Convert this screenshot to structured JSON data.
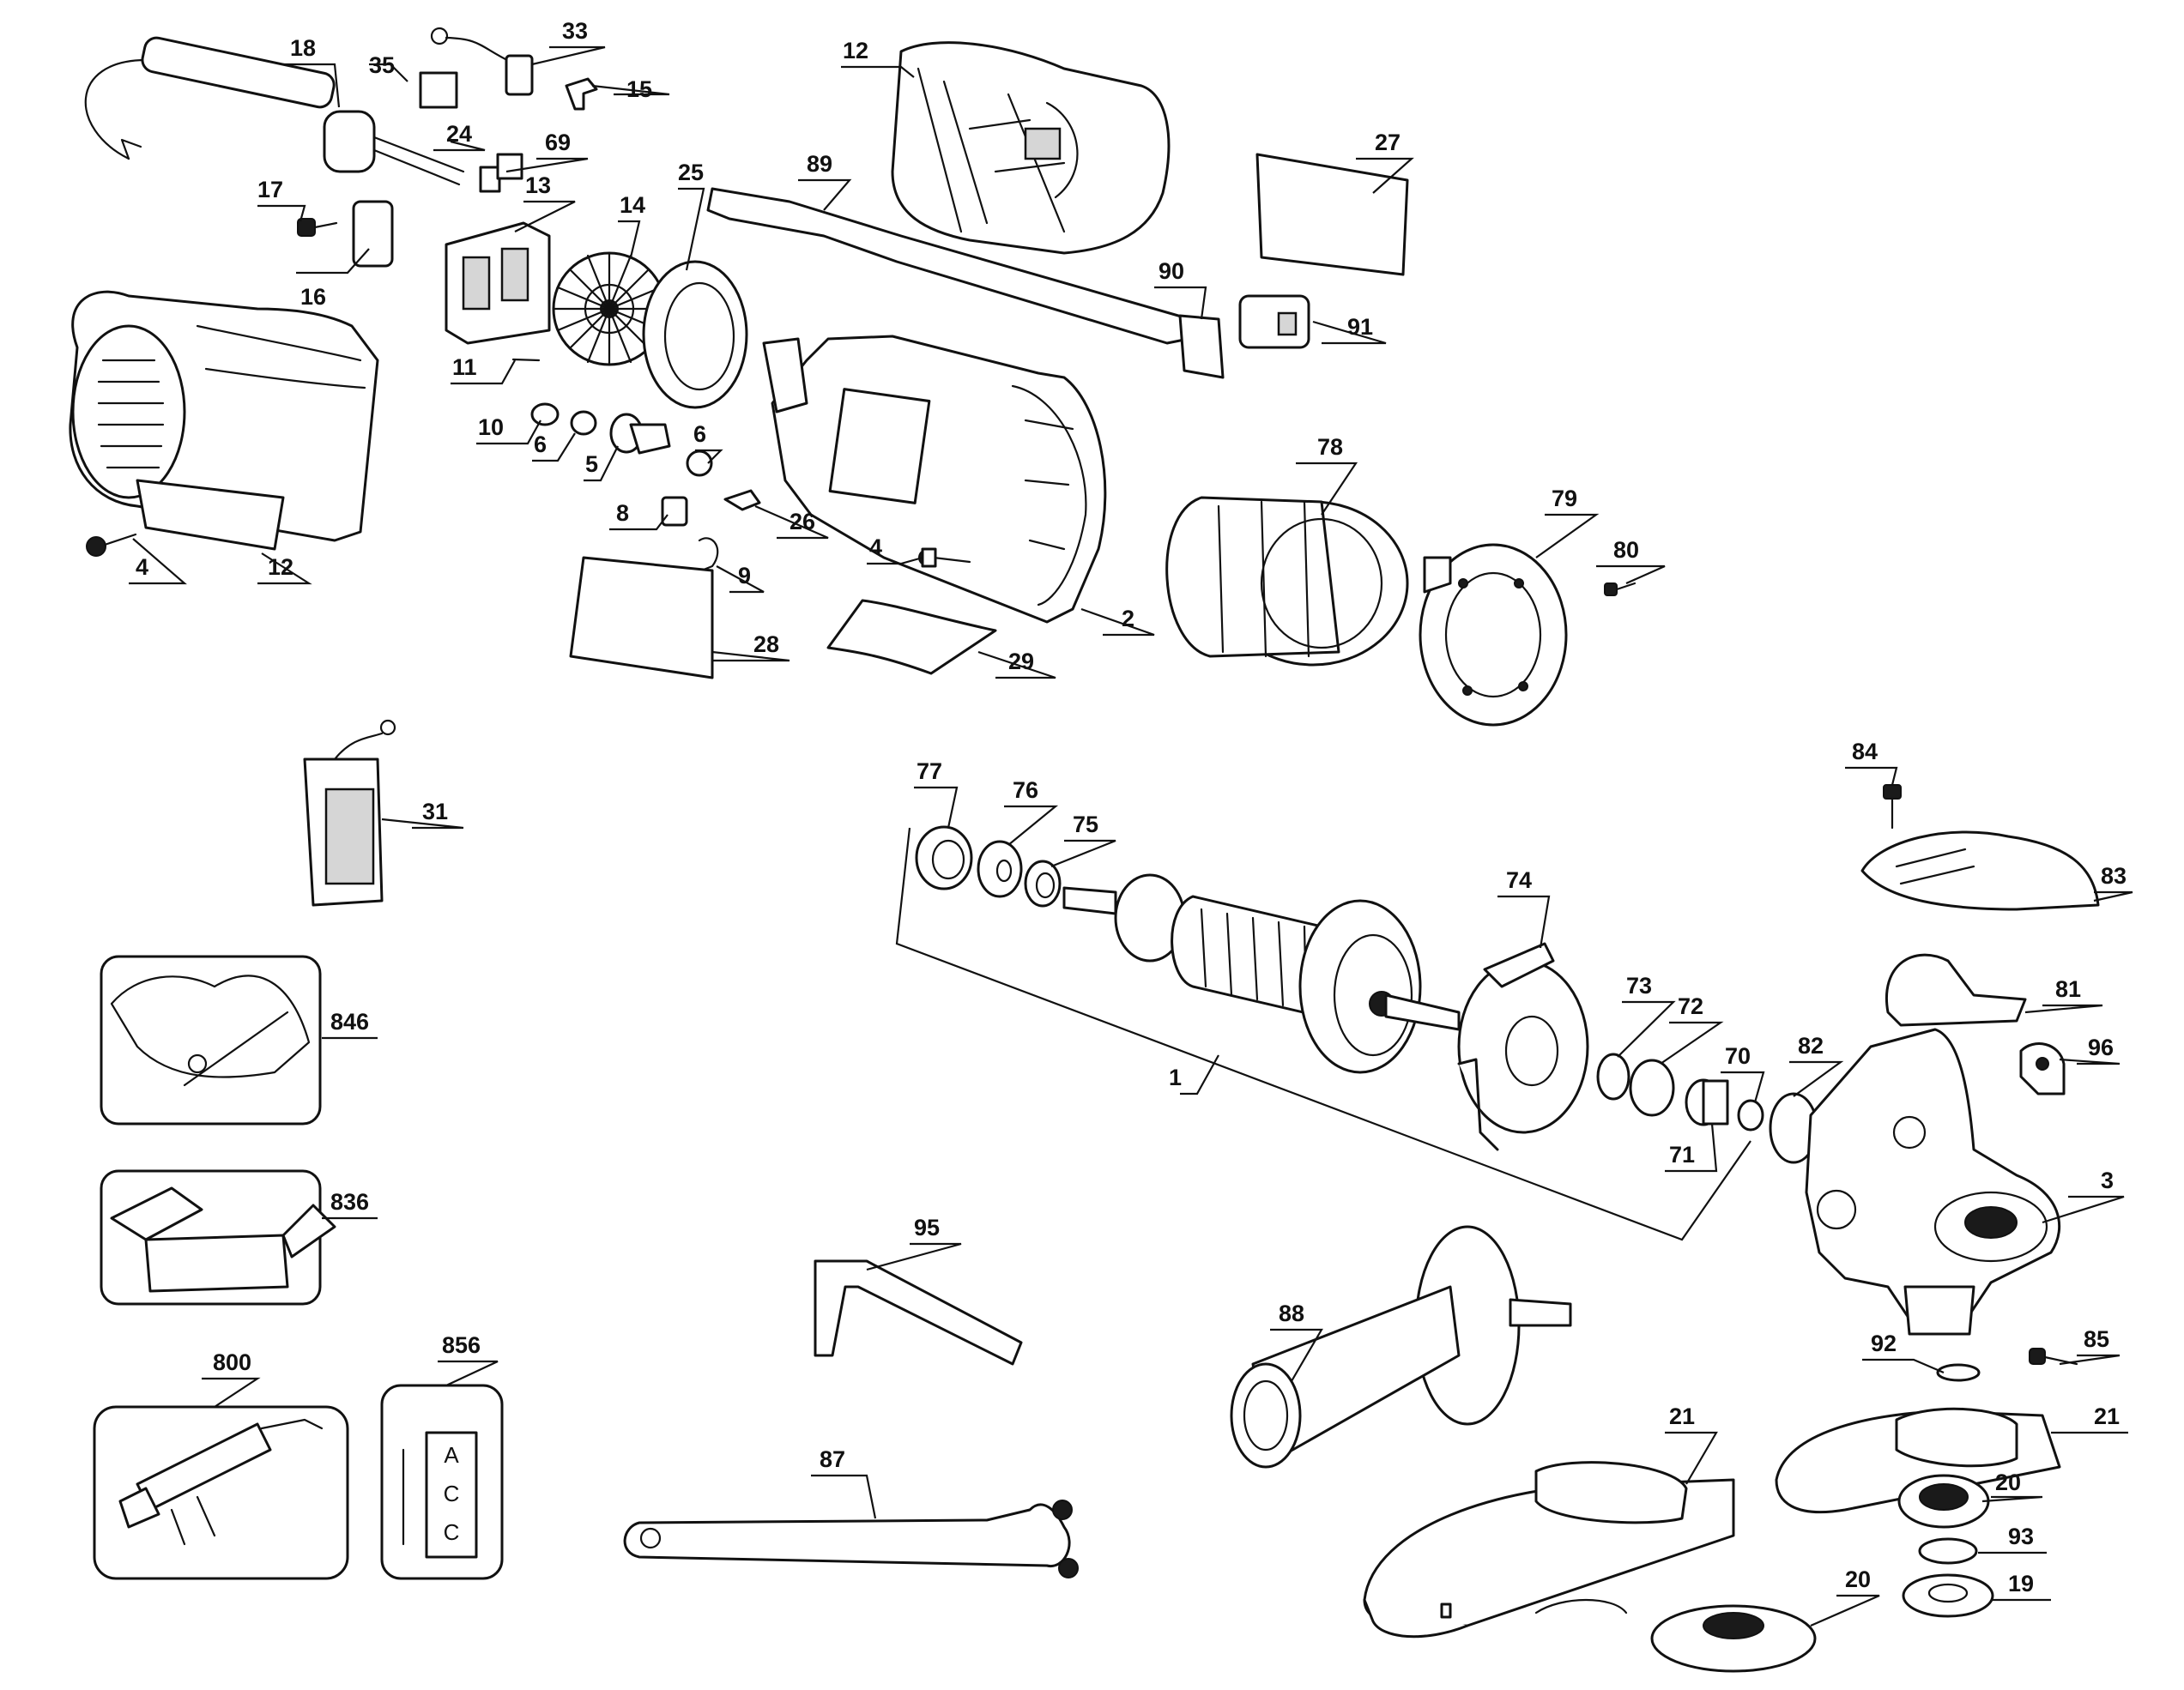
{
  "labels": [
    "1",
    "2",
    "3",
    "4",
    "4",
    "5",
    "6",
    "6",
    "8",
    "9",
    "10",
    "11",
    "12",
    "12",
    "13",
    "14",
    "15",
    "16",
    "17",
    "18",
    "19",
    "20",
    "20",
    "21",
    "21",
    "24",
    "25",
    "26",
    "27",
    "28",
    "29",
    "31",
    "33",
    "35",
    "69",
    "70",
    "71",
    "72",
    "73",
    "74",
    "75",
    "76",
    "77",
    "78",
    "79",
    "80",
    "81",
    "82",
    "83",
    "84",
    "85",
    "87",
    "88",
    "89",
    "90",
    "91",
    "92",
    "93",
    "95",
    "96",
    "800",
    "836",
    "846",
    "856"
  ],
  "acc_box": [
    "A",
    "C",
    "C"
  ]
}
